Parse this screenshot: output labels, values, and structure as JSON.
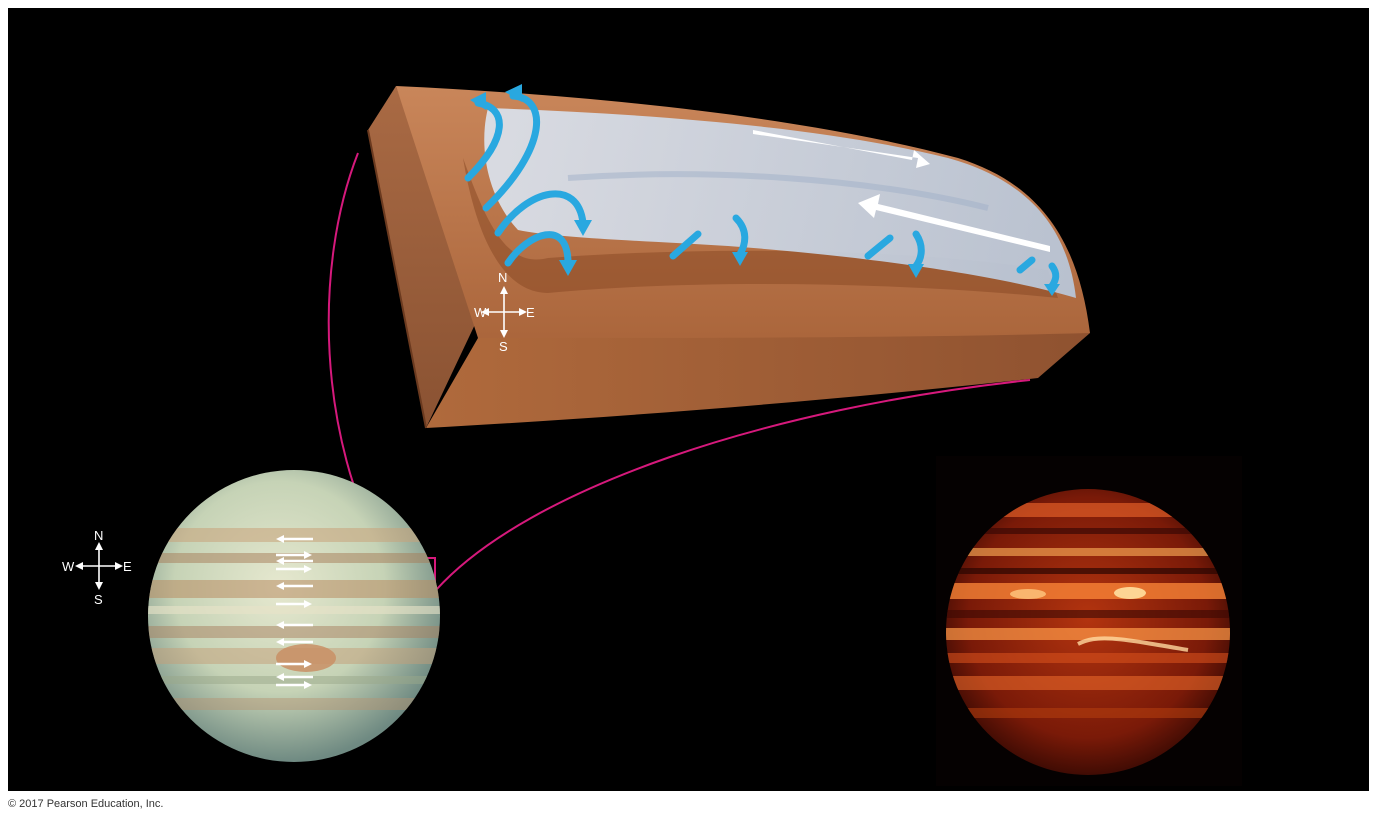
{
  "compass_visible": {
    "north": "N",
    "south": "S",
    "east": "E",
    "west": "W"
  },
  "compass_slab": {
    "north": "N",
    "south": "S",
    "east": "E",
    "west": "W"
  },
  "credit": "© 2017 Pearson Education, Inc.",
  "colors": {
    "panel_background": "#000000",
    "connector_lines": "#d6197c",
    "vertical_flow_arrows": "#29a8e0",
    "wind_arrows": "#ffffff",
    "slab_body": "#b8703f",
    "cloud_layer": "#c9d6e6"
  },
  "icons": [
    "compass-rose-icon",
    "curved-blue-arrow-icon",
    "white-wind-arrow-icon"
  ]
}
